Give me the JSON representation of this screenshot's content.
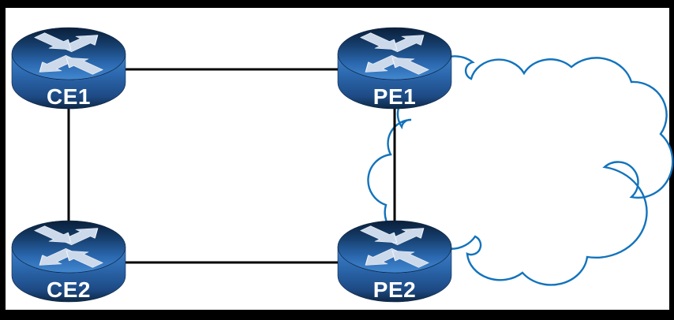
{
  "diagram": {
    "kind": "network-topology",
    "nodes": [
      {
        "id": "ce1",
        "label": "CE1",
        "icon": "router-icon"
      },
      {
        "id": "pe1",
        "label": "PE1",
        "icon": "router-icon"
      },
      {
        "id": "ce2",
        "label": "CE2",
        "icon": "router-icon"
      },
      {
        "id": "pe2",
        "label": "PE2",
        "icon": "router-icon"
      }
    ],
    "links": [
      {
        "from": "CE1",
        "to": "PE1"
      },
      {
        "from": "CE1",
        "to": "CE2"
      },
      {
        "from": "CE2",
        "to": "PE2"
      },
      {
        "from": "PE1",
        "to": "PE2"
      }
    ],
    "cloud": {
      "shape": "cloud-outline",
      "attached_to": [
        "PE1",
        "PE2"
      ]
    },
    "colors": {
      "background": "#ffffff",
      "frame": "#000000",
      "link": "#000000",
      "cloud_stroke": "#1273bc",
      "router_top_dark": "#0a1f3a",
      "router_top_light": "#4288d0",
      "router_body_top": "#3f81c9",
      "router_body_bottom": "#0e2744",
      "arrow_fill": "#ccd9ea",
      "label_text": "#ffffff"
    }
  }
}
